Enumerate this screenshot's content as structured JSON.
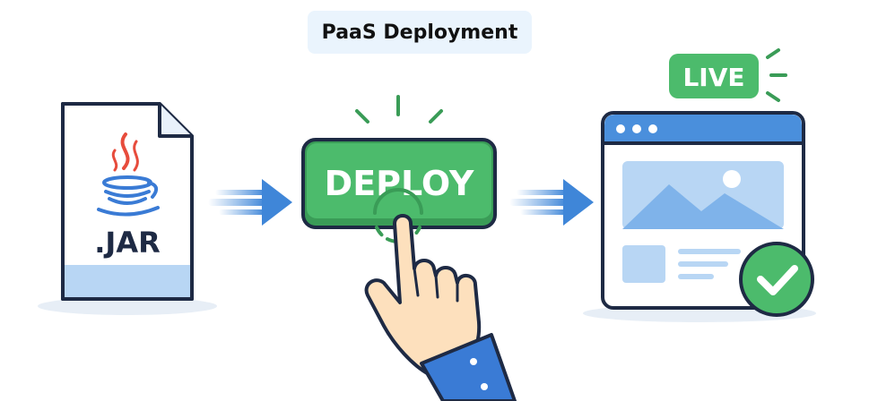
{
  "title": "PaaS Deployment",
  "jar_label": ".JAR",
  "deploy_label": "DEPLOY",
  "live_label": "LIVE",
  "icons": {
    "jar_file": "java-jar-file-icon",
    "coffee_cup": "java-coffee-cup-icon",
    "deploy_button": "deploy-button",
    "pointer_hand": "pointing-hand-icon",
    "browser_window": "browser-window-icon",
    "image_placeholder": "image-placeholder-icon",
    "check": "check-circle-icon",
    "arrow_1": "motion-arrow-icon",
    "arrow_2": "motion-arrow-icon"
  },
  "colors": {
    "outline": "#1e2a44",
    "green": "#4cbb6c",
    "green_dark": "#3a9c57",
    "blue": "#4a8fdc",
    "blue_light": "#b8d6f4",
    "red_flame": "#e74c3c",
    "skin": "#fde0bd",
    "sleeve": "#3a7bd5"
  }
}
